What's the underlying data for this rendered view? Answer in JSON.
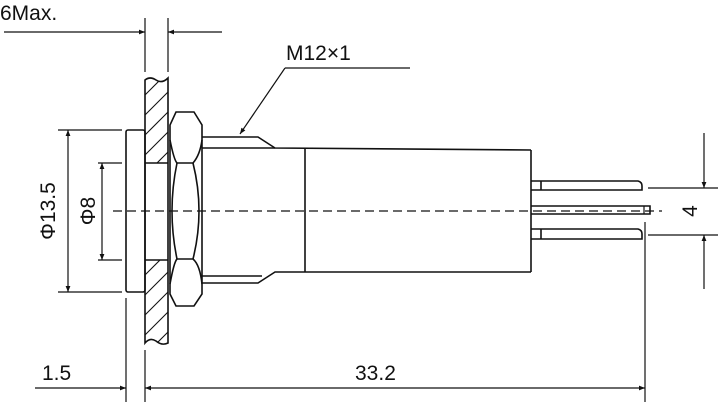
{
  "drawing": {
    "title": "Indicator lamp mounting dimension drawing",
    "labels": {
      "panel_thickness": "6Max.",
      "thread": "M12×1",
      "flange_diameter": "Φ13.5",
      "lens_diameter": "Φ8",
      "pin_spacing": "4",
      "flange_thickness": "1.5",
      "body_length": "33.2"
    },
    "line_color": "#111111"
  }
}
